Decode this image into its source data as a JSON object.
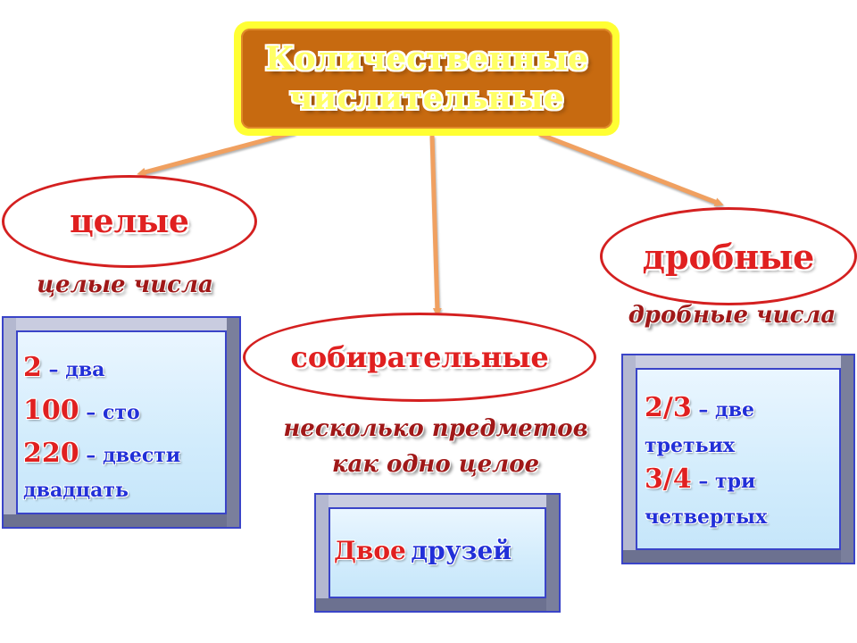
{
  "title": {
    "line1": "Количественные",
    "line2": "числительные"
  },
  "categories": {
    "whole": {
      "label": "целые",
      "subtitle": "целые числа",
      "examples": [
        {
          "number": "2",
          "sep": " – ",
          "word": "два"
        },
        {
          "number": "100",
          "sep": " – ",
          "word": "сто"
        },
        {
          "number": "220",
          "sep": " – ",
          "word": "двести",
          "continuation": "двадцать"
        }
      ]
    },
    "collective": {
      "label": "собирательные",
      "subtitle_line1": "несколько предметов",
      "subtitle_line2": "как одно целое",
      "example": {
        "first": "Двое",
        "second": "друзей"
      }
    },
    "fractional": {
      "label": "дробные",
      "subtitle": "дробные числа",
      "examples": [
        {
          "number": "2/3",
          "sep": " – ",
          "word": "две",
          "continuation": "третьих"
        },
        {
          "number": "3/4",
          "sep": " – ",
          "word": "три",
          "continuation": "четвертых"
        }
      ]
    }
  },
  "colors": {
    "title_fill": "#c76a10",
    "title_border": "#ffff33",
    "title_text": "#ffff66",
    "ellipse_border": "#d42020",
    "label_red": "#e02020",
    "text_blue": "#2230d8",
    "subtitle": "#a01818",
    "arrow": "#f0a060"
  }
}
